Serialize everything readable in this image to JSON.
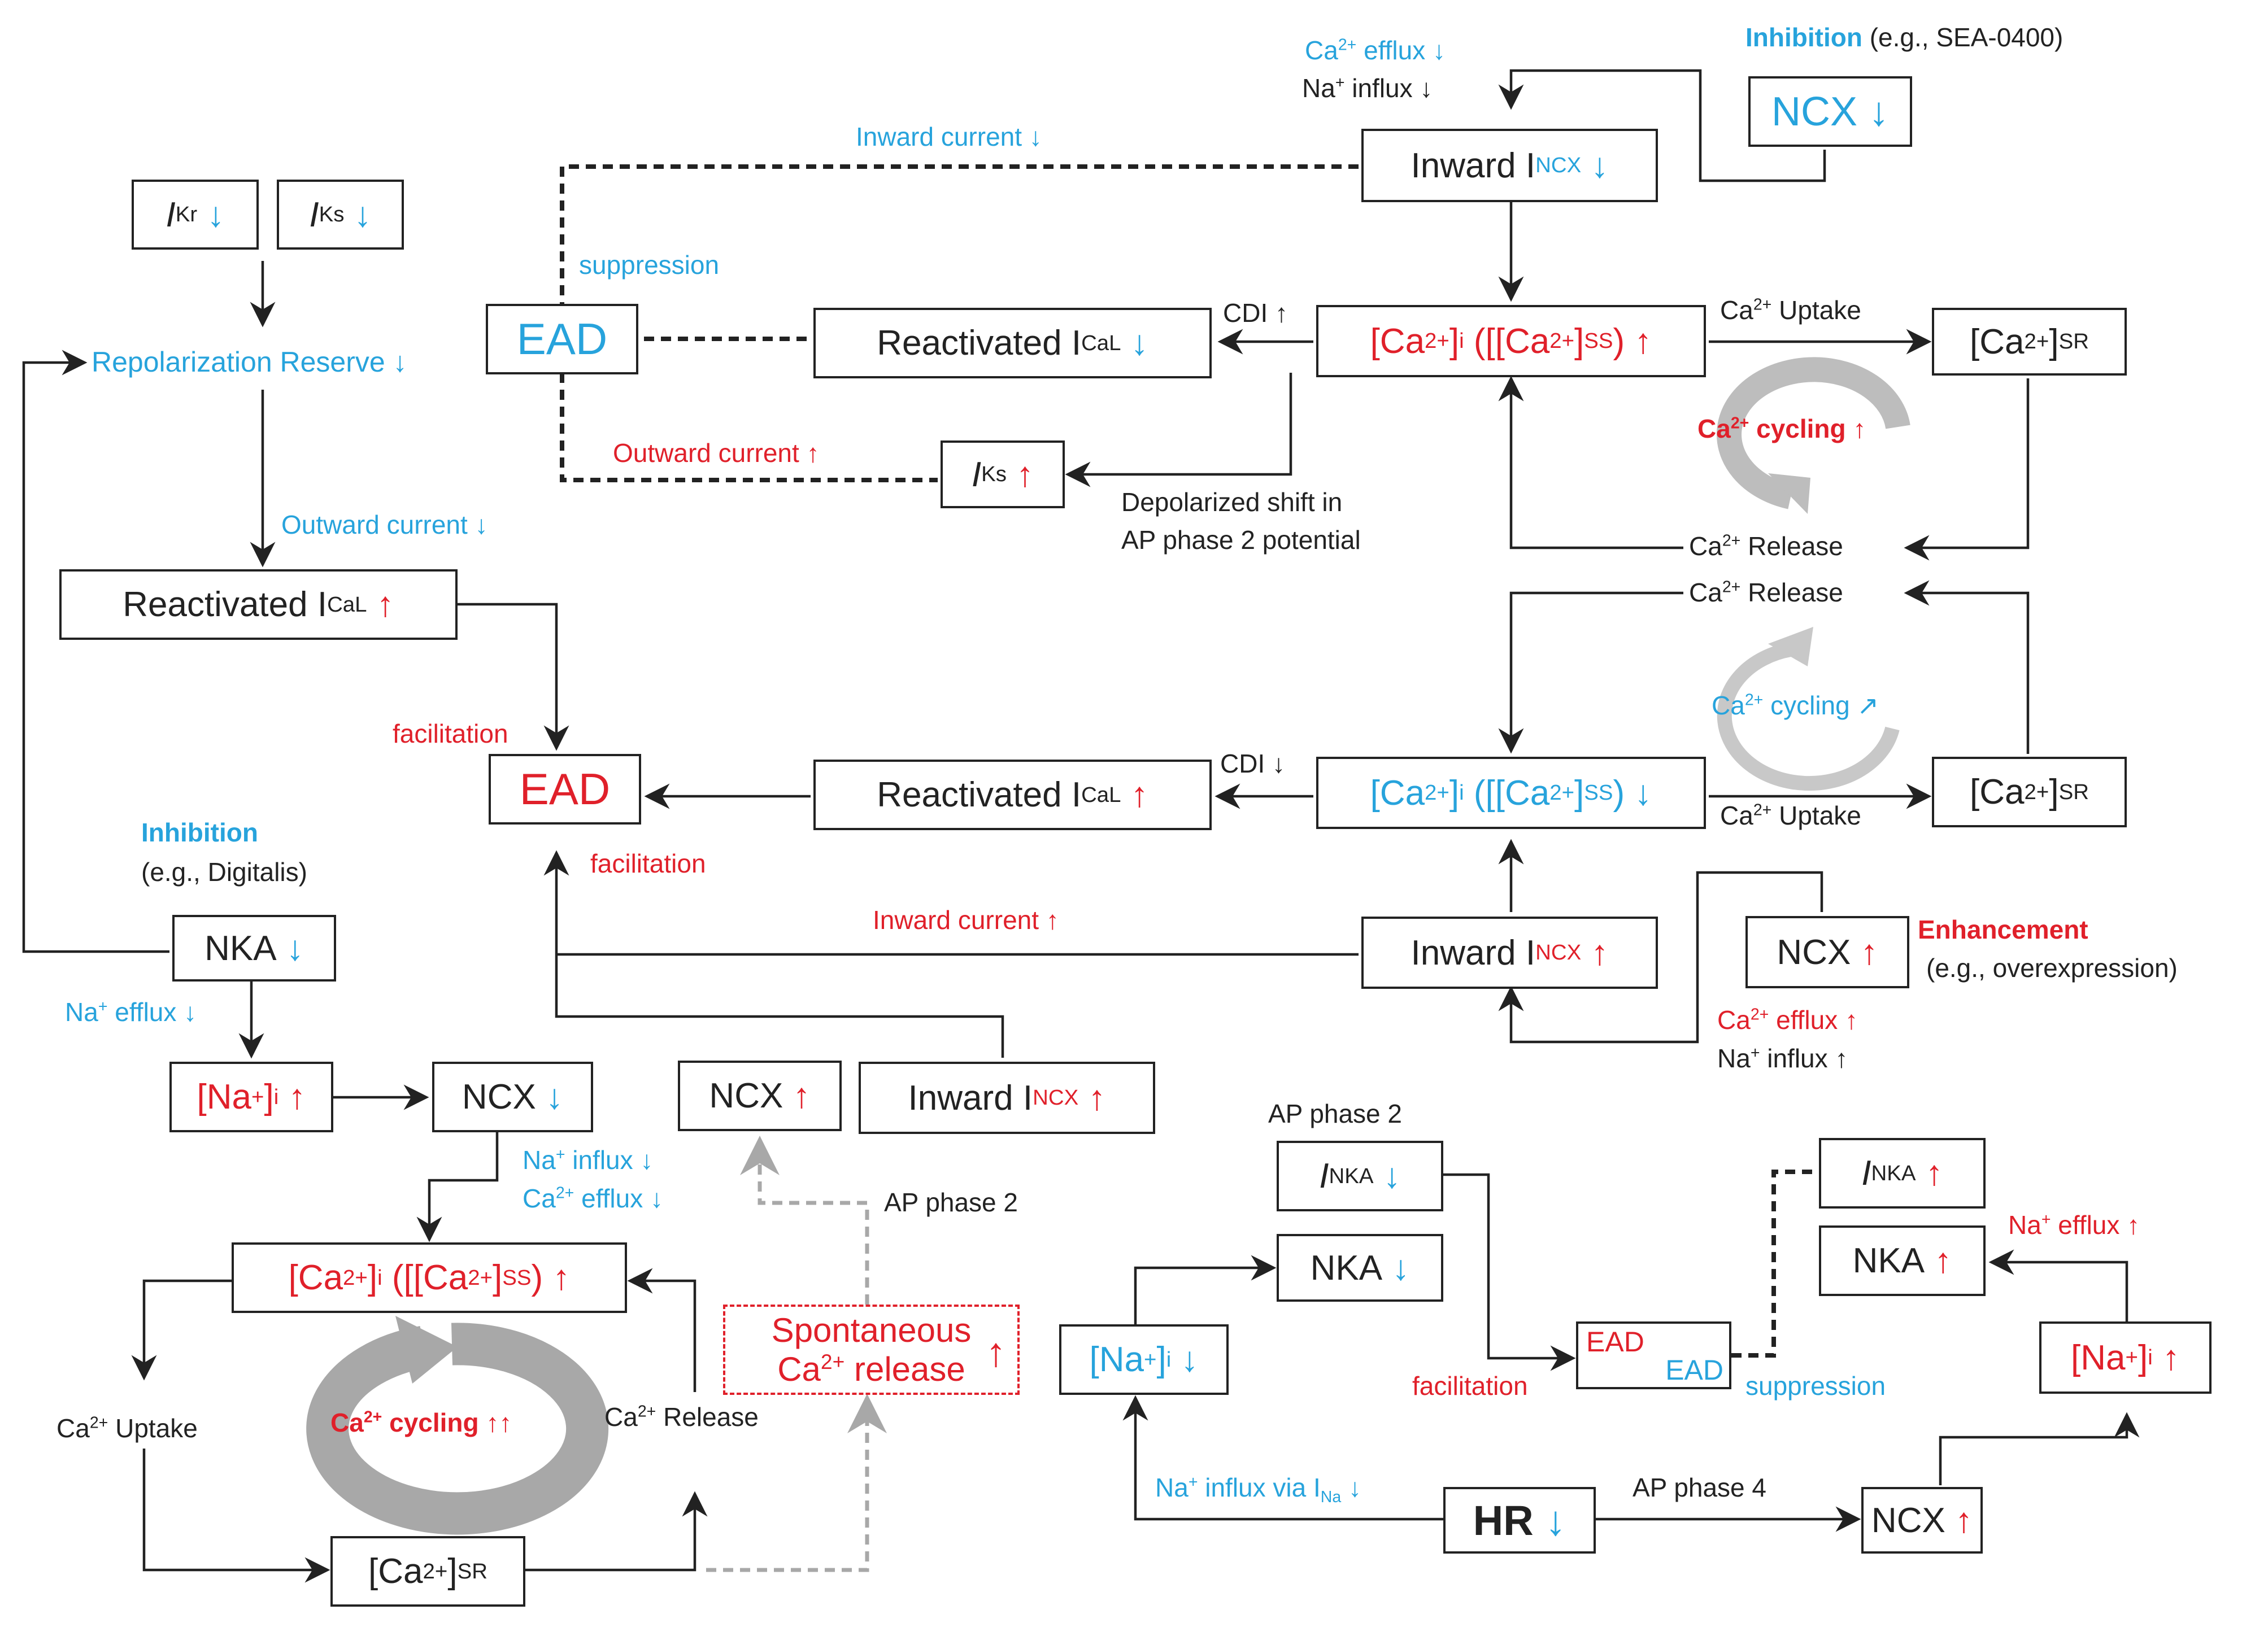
{
  "colors": {
    "red": "#e0202a",
    "blue": "#27a3dc",
    "black": "#222222",
    "gray": "#b9b9b9",
    "dashed_gray": "#a8a8a8"
  },
  "boxes": {
    "i_kr": "I",
    "i_kr_sub": "Kr",
    "i_ks": "I",
    "i_ks_sub": "Ks",
    "ead_top": "EAD",
    "reactivated_ical_top": "Reactivated I",
    "ical_sub": "CaL",
    "inward_incx_top": "Inward I",
    "incx_sub": "NCX",
    "ncx_inhib": "NCX",
    "ca_i_top": "[Ca",
    "ca_ss": "SS",
    "ca_sr_top": "[Ca",
    "sr_sub": "SR",
    "iks_up": "I",
    "reactivated_ical_left": "Reactivated I",
    "ead_mid": "EAD",
    "reactivated_ical_mid": "Reactivated I",
    "ca_i_mid": "[Ca",
    "ca_sr_mid": "[Ca",
    "inward_incx_mid": "Inward I",
    "ncx_enh": "NCX",
    "nka_left": "NKA",
    "na_i_left": "[Na",
    "ncx_left": "NCX",
    "ncx_up_left": "NCX",
    "inward_incx_left": "Inward I",
    "ca_i_bottom": "[Ca",
    "ca_sr_bottom": "[Ca",
    "spontaneous_1": "Spontaneous",
    "spontaneous_2": "Ca",
    "spontaneous_2b": "release",
    "inka_down": "I",
    "nka_sub": "NKA",
    "nka_down": "NKA",
    "na_i_right_down": "[Na",
    "ead_split_top": "EAD",
    "ead_split_bottom": "EAD",
    "hr": "HR",
    "ncx_hr": "NCX",
    "inka_up": "I",
    "nka_up": "NKA",
    "na_i_right_up": "[Na"
  },
  "labels": {
    "ca_efflux_top": "Ca",
    "efflux_word": "efflux",
    "na_influx_top": "Na",
    "influx_word": "influx",
    "inhibition_top": "Inhibition",
    "inhibition_top_eg": "(e.g., SEA-0400)",
    "inward_current_down": "Inward current",
    "suppression_top": "suppression",
    "cdi_up": "CDI",
    "ca_uptake": "Ca",
    "uptake_word": "Uptake",
    "repolarization_reserve": "Repolarization Reserve",
    "ca_cycling": "Ca",
    "cycling_word": "cycling",
    "outward_current_up": "Outward current",
    "depolarized_1": "Depolarized shift in",
    "depolarized_2": "AP phase 2 potential",
    "outward_current_down": "Outward current",
    "ca_release": "Ca",
    "release_word": "Release",
    "facilitation": "facilitation",
    "cdi_down": "CDI",
    "inhibition_left": "Inhibition",
    "inhibition_left_eg": "(e.g., Digitalis)",
    "inward_current_up": "Inward current",
    "enhancement": "Enhancement",
    "enhancement_eg": "(e.g., overexpression)",
    "na_efflux": "Na",
    "na_influx_via": "Na",
    "influx_via_word": "influx via I",
    "na_sub": "Na",
    "ap_phase2": "AP phase 2",
    "ap_phase4": "AP phase 4",
    "suppression_right": "suppression",
    "arrow_up": "↑",
    "arrow_down": "↓",
    "arrow_upup": "↑↑",
    "arrow_diag": "↗",
    "sup_2plus": "2+",
    "sup_plus": "+",
    "sub_i": "i"
  }
}
